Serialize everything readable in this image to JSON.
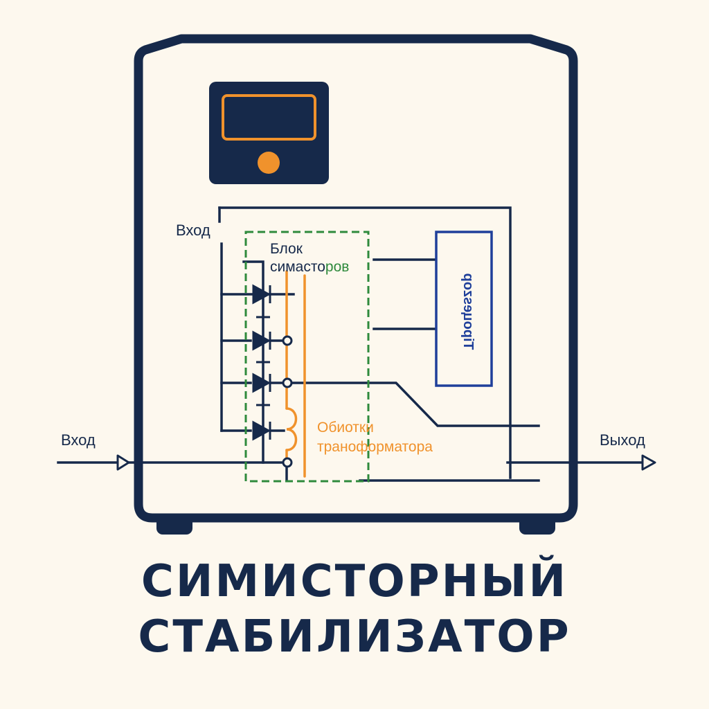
{
  "colors": {
    "navy": "#16294a",
    "orange": "#f0922c",
    "green": "#2e8a3c",
    "blue": "#1f3f9a",
    "background": "#fdf8ee",
    "panel": "#fdf8ee"
  },
  "labels": {
    "input_top": "Вход",
    "block_line1": "Блок",
    "block_line2_a": "симасто",
    "block_line2_b": "ров",
    "processor": "Tipoцeszop",
    "windings_line1": "Обиотки",
    "windings_line2": "траноформатора",
    "input_left": "Вход",
    "output_right": "Выход"
  },
  "icons": {
    "display": "display-screen-icon",
    "knob": "indicator-knob-icon",
    "triac": "triac-symbol-icon",
    "coil": "inductor-coil-icon",
    "input_arrow": "arrow-right-icon",
    "output_arrow": "arrow-right-icon"
  },
  "title": {
    "line1": "СИМИСТОРНЫЙ",
    "line2": "СТАБИЛИЗАТОР"
  }
}
